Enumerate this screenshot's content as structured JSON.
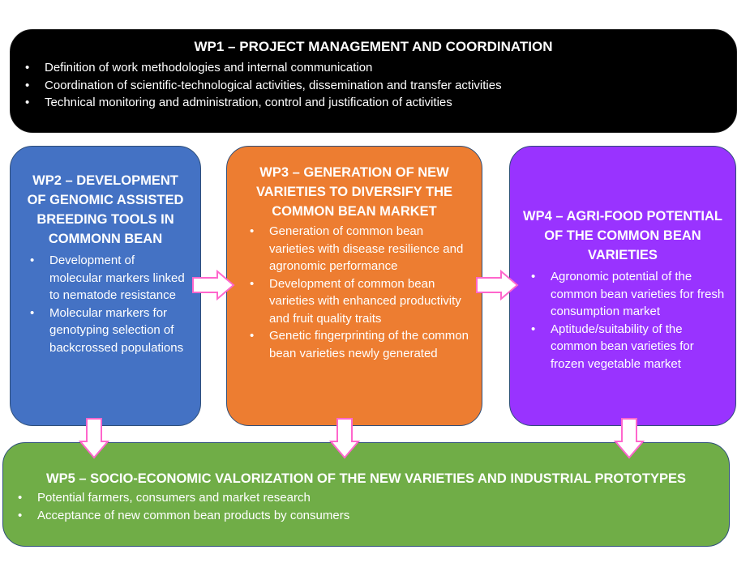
{
  "wp1": {
    "title": "WP1 – PROJECT MANAGEMENT AND COORDINATION",
    "items": [
      "Definition of work methodologies and internal communication",
      "Coordination of scientific-technological activities, dissemination and transfer activities",
      "Technical monitoring and administration, control and justification of activities"
    ]
  },
  "wp2": {
    "title": "WP2 – DEVELOPMENT OF GENOMIC ASSISTED BREEDING TOOLS IN COMMONN BEAN",
    "items": [
      "Development of molecular markers linked to nematode resistance",
      "Molecular markers for genotyping selection of backcrossed populations"
    ]
  },
  "wp3": {
    "title": "WP3 – GENERATION OF NEW VARIETIES TO DIVERSIFY THE COMMON BEAN MARKET",
    "items": [
      "Generation of common bean varieties with disease resilience and agronomic performance",
      "Development of common bean varieties with enhanced productivity and fruit quality traits",
      "Genetic fingerprinting of the common bean varieties newly generated"
    ]
  },
  "wp4": {
    "title": "WP4 – AGRI-FOOD POTENTIAL OF THE COMMON BEAN VARIETIES",
    "items": [
      "Agronomic potential of the common bean varieties for fresh consumption market",
      "Aptitude/suitability of the common bean varieties for frozen vegetable market"
    ]
  },
  "wp5": {
    "title": "WP5 – SOCIO-ECONOMIC VALORIZATION OF THE NEW VARIETIES AND INDUSTRIAL PROTOTYPES",
    "items": [
      "Potential farmers, consumers and market research",
      "Acceptance of new common bean products by consumers"
    ]
  },
  "colors": {
    "wp1": "#000000",
    "wp2": "#4472c4",
    "wp3": "#ed7d31",
    "wp4": "#9933ff",
    "wp5": "#70ad47",
    "arrow_fill": "#ffffff",
    "arrow_stroke": "#ff66cc"
  }
}
